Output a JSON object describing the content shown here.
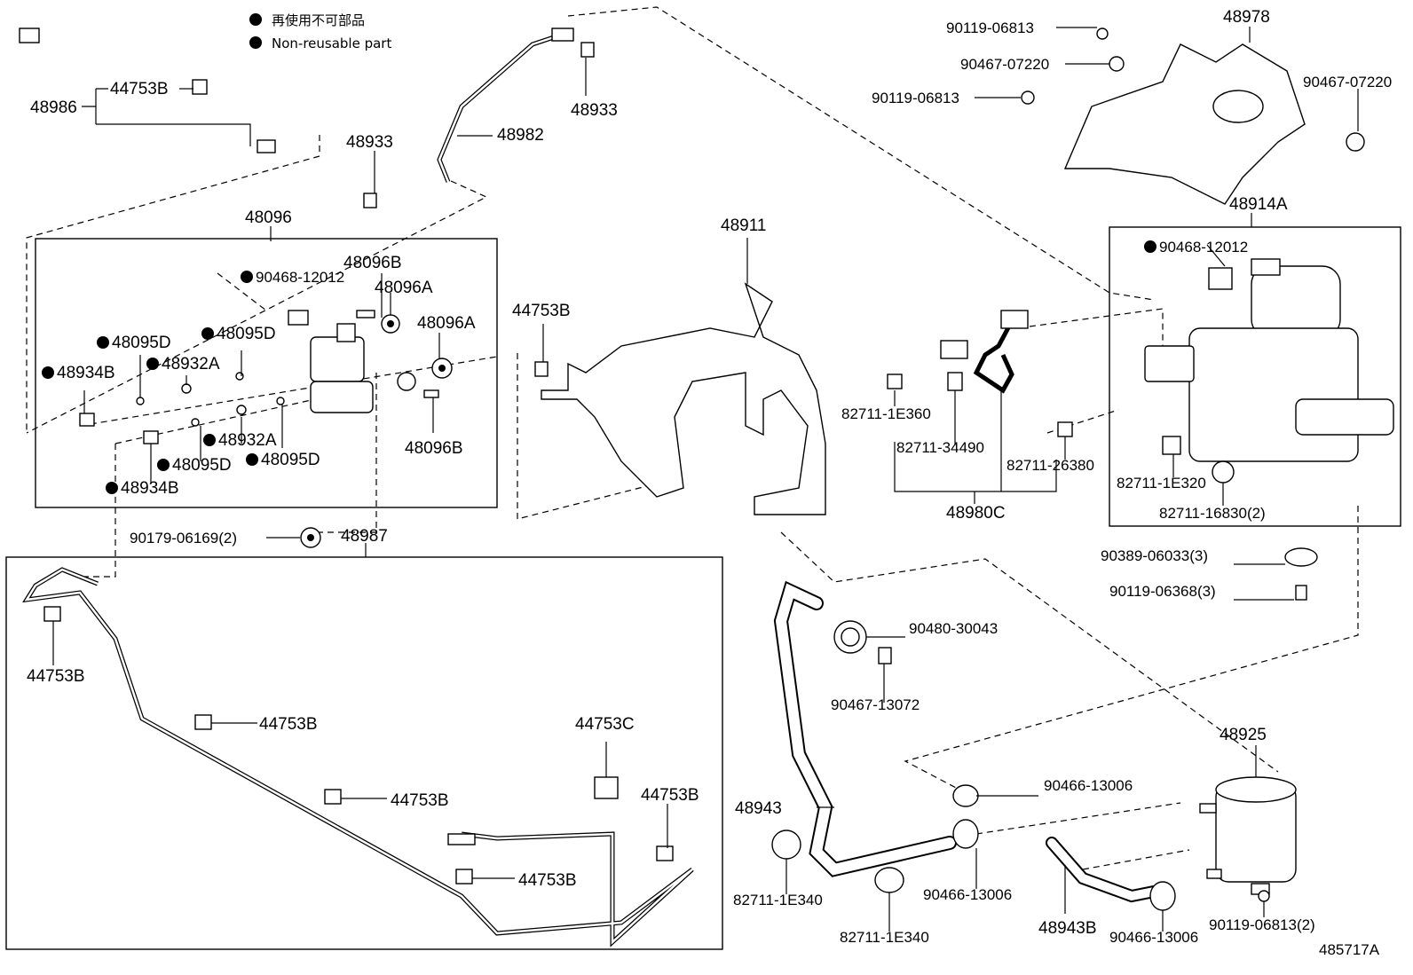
{
  "legend": {
    "line1": "再使用不可部品",
    "line2": "Non-reusable part"
  },
  "diagram_id": "485717A",
  "labels": {
    "p48986": "48986",
    "p44753B_top": "44753B",
    "p48933_a": "48933",
    "p48982": "48982",
    "p48933_b": "48933",
    "p48096": "48096",
    "p48096B_a": "48096B",
    "p90468_a": "90468-12012",
    "p48096A_a": "48096A",
    "p48096A_b": "48096A",
    "p48095D_a": "48095D",
    "p48095D_b": "48095D",
    "p48934B_a": "48934B",
    "p48932A_a": "48932A",
    "p48932A_b": "48932A",
    "p48095D_c": "48095D",
    "p48095D_d": "48095D",
    "p48934B_b": "48934B",
    "p48096B_b": "48096B",
    "p90179": "90179-06169(2)",
    "p48987": "48987",
    "p44753B_left": "44753B",
    "p44753B_m1": "44753B",
    "p44753B_m2": "44753B",
    "p44753C": "44753C",
    "p44753B_m3": "44753B",
    "p44753B_m4": "44753B",
    "p44753B_mid": "44753B",
    "p48911": "48911",
    "p90119_a": "90119-06813",
    "p90467_a": "90467-07220",
    "p90119_b": "90119-06813",
    "p48978": "48978",
    "p90467_b": "90467-07220",
    "p48914A": "48914A",
    "p90468_b": "90468-12012",
    "p82711_1E360": "82711-1E360",
    "p82711_34490": "82711-34490",
    "p82711_26380": "82711-26380",
    "p48980C": "48980C",
    "p82711_1E320": "82711-1E320",
    "p82711_16830": "82711-16830(2)",
    "p90389": "90389-06033(3)",
    "p90119_c": "90119-06368(3)",
    "p90480": "90480-30043",
    "p90467_c": "90467-13072",
    "p48943": "48943",
    "p90466_a": "90466-13006",
    "p48925": "48925",
    "p82711_1E340_a": "82711-1E340",
    "p90466_b": "90466-13006",
    "p82711_1E340_b": "82711-1E340",
    "p48943B": "48943B",
    "p90466_c": "90466-13006",
    "p90119_d": "90119-06813(2)"
  }
}
